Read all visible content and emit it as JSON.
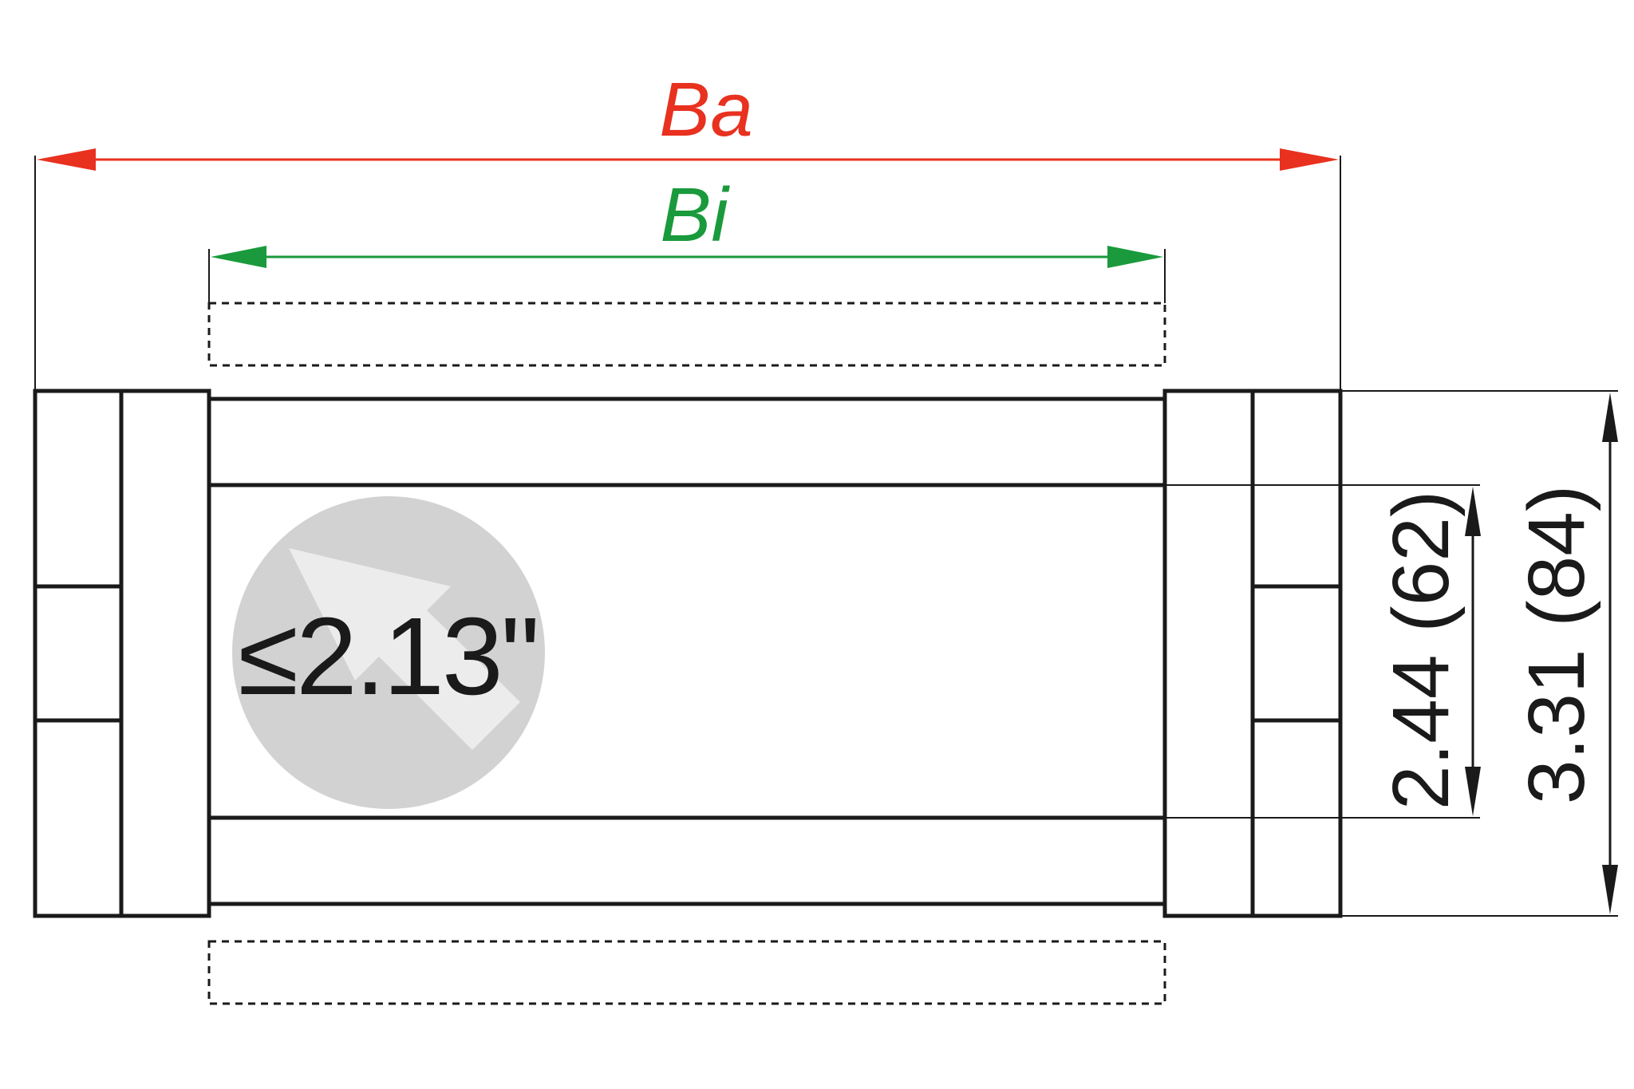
{
  "labels": {
    "outer_width": "Ba",
    "inner_width": "Bi",
    "max_height": "≤2.13\"",
    "inner_height": "2.44 (62)",
    "outer_height": "3.31 (84)"
  },
  "colors": {
    "outer_width": "#e8311f",
    "inner_width": "#1a9a3c",
    "line": "#1a1a1a",
    "circle": "#d2d2d2",
    "arrow_light": "#ececec"
  },
  "icons": {
    "max_height_badge": "diagonal-arrow-in-circle-icon"
  }
}
